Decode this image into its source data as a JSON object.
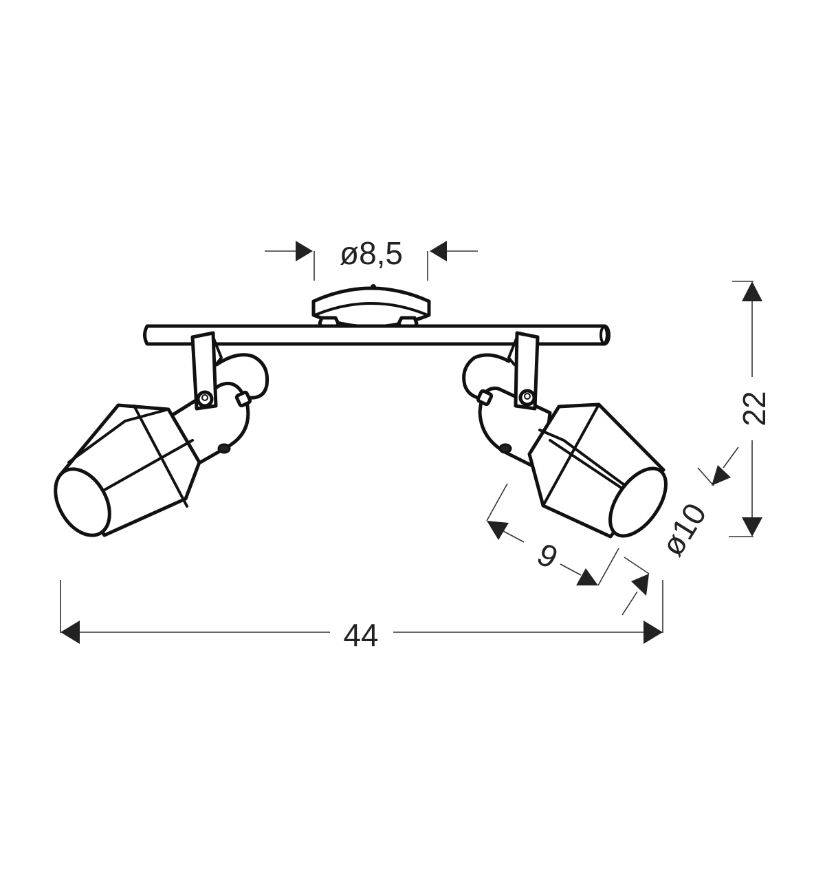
{
  "drawing": {
    "subject": "Two-spot ceiling light bar with rotating hexagonal shades",
    "dimensions": {
      "canopy_diameter": "ø8,5",
      "total_width": "44",
      "height": "22",
      "shade_length": "9",
      "shade_diameter": "ø10"
    },
    "colors": {
      "background": "#ffffff",
      "line": "#111111",
      "dimension_line": "#333333"
    }
  }
}
